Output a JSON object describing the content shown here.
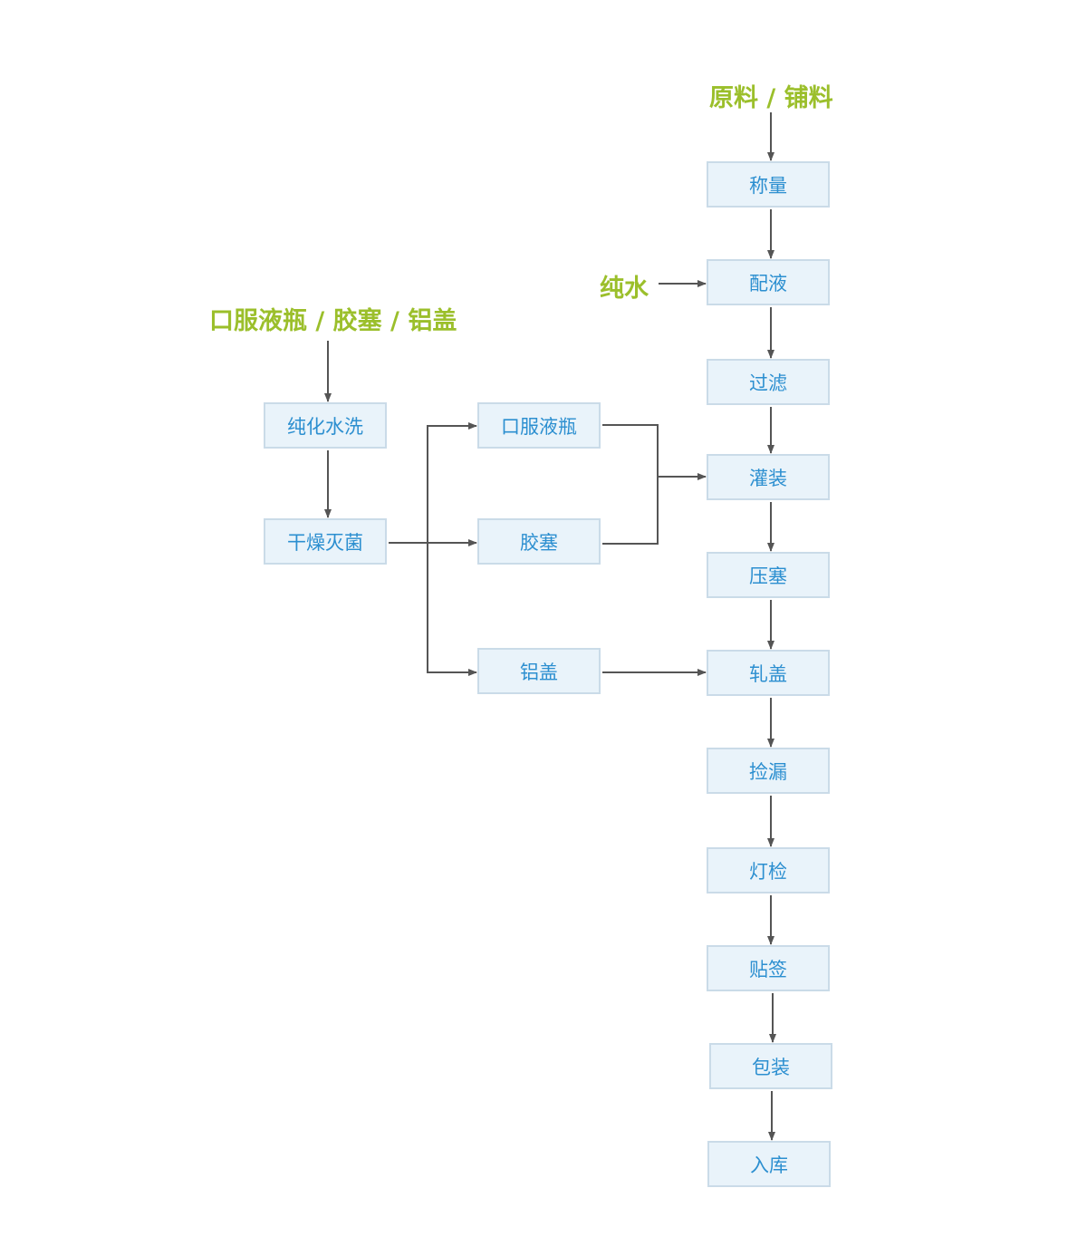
{
  "inputs": {
    "raw_materials": "原料 / 铺料",
    "pure_water": "纯水",
    "containers": "口服液瓶 / 胶塞 / 铝盖"
  },
  "main_steps": [
    "称量",
    "配液",
    "过滤",
    "灌装",
    "压塞",
    "轧盖",
    "捡漏",
    "灯检",
    "贴签",
    "包装",
    "入库"
  ],
  "prep_steps": [
    "纯化水洗",
    "干燥灭菌"
  ],
  "components": [
    "口服液瓶",
    "胶塞",
    "铝盖"
  ],
  "colors": {
    "input_text": "#9bbf2b",
    "box_text": "#2c8fd0",
    "box_fill": "#e9f3fa",
    "box_border": "#cadbe8",
    "arrow": "#555555"
  }
}
